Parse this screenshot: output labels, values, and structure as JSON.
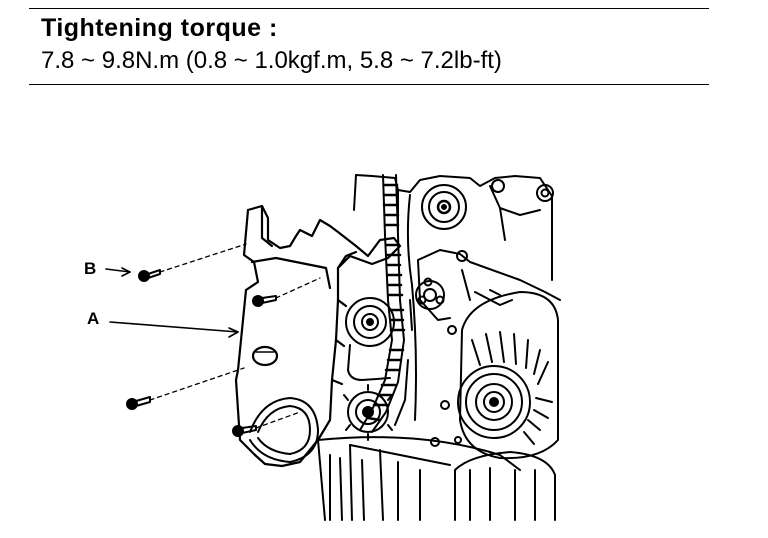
{
  "spec": {
    "title": "Tightening torque :",
    "value": "7.8 ~ 9.8N.m (0.8 ~ 1.0kgf.m, 5.8 ~ 7.2lb-ft)"
  },
  "callouts": {
    "b": "B",
    "a": "A"
  }
}
